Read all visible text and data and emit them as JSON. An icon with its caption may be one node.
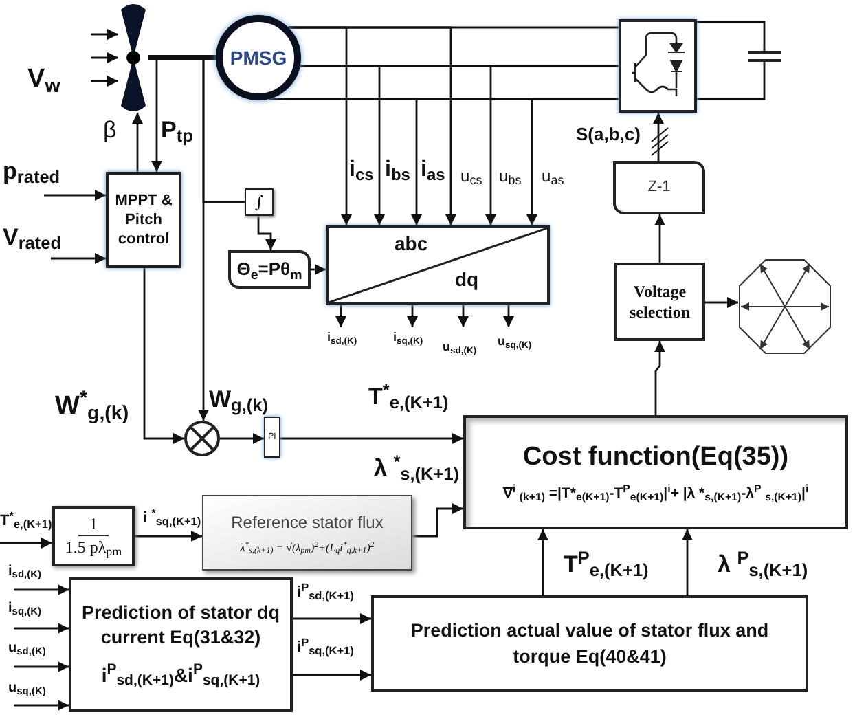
{
  "diagram": {
    "nodes": [
      {
        "text": [],
        "shape": "picture"
      },
      {
        "text": [
          "PMSG"
        ]
      },
      {
        "text": [],
        "shape": "picture"
      },
      {
        "text": [],
        "shape": "picture"
      },
      {
        "text": [
          "MPPT & Pitch control"
        ]
      },
      {
        "text": [
          "∫"
        ]
      },
      {
        "text": [
          "Θ$_{e}$=Pθ$_{m}$"
        ]
      },
      {
        "text": [
          "abc",
          "dq"
        ]
      },
      {
        "text": [
          "Z-1"
        ]
      },
      {
        "text": [
          "Voltage selection"
        ]
      },
      {
        "text": [],
        "shape": "octagon"
      },
      {
        "text": [],
        "shape": "circle"
      },
      {
        "text": [
          "PI"
        ]
      },
      {
        "text": [
          "Cost function(Eq(35))",
          "∇$^{i}$ $_{(k+1)}$ =|T*$_{e(K+1)}$-T$^{P}$$_{e(K+1)}$|$^{i}$+ |λ *$_{s,(K+1)}$-λ$^{P}$ $_{s,(K+1)}$|$^{i}$"
        ]
      },
      {
        "text": [
          "1",
          "1.5 pλ$_{pm}$"
        ]
      },
      {
        "text": [
          "Reference stator flux",
          "λ$^{*}$$_{s,(k+1)}$ = √(λ$_{pm}$)$^{2}$+(L$_{q}$i$^{*}$$_{q,k+1}$)$^{2}$"
        ]
      },
      {
        "text": [
          "Prediction of stator dq current  Eq(31&32)",
          "i$^{P}$$_{sd,(K+1)}$&i$^{P}$$_{sq,(K+1)}$"
        ]
      },
      {
        "text": [
          "Prediction actual value of  stator flux and torque Eq(40&41)"
        ]
      }
    ],
    "edges": [
      {
        "from": null,
        "to": 0,
        "arrow": "to"
      },
      {
        "from": null,
        "to": 0,
        "arrow": "to"
      },
      {
        "from": null,
        "to": 0,
        "arrow": "to"
      },
      {
        "from": 0,
        "to": 1,
        "arrow": "none",
        "style": "thick"
      },
      {
        "from": 4,
        "to": 0,
        "arrow": "to",
        "label": "β"
      },
      {
        "from": 0,
        "to": 4,
        "arrow": "to",
        "label": "P$_{tp}$"
      },
      {
        "from": null,
        "to": 4,
        "arrow": "to",
        "label": "p$_{rated}$"
      },
      {
        "from": null,
        "to": 4,
        "arrow": "to",
        "label": "V$_{rated}$"
      },
      {
        "from": 1,
        "to": 2,
        "arrow": "none"
      },
      {
        "from": 1,
        "to": 2,
        "arrow": "none"
      },
      {
        "from": 1,
        "to": 2,
        "arrow": "none"
      },
      {
        "from": 2,
        "to": 3,
        "arrow": "none"
      },
      {
        "from": 2,
        "to": 3,
        "arrow": "none"
      },
      {
        "from": 1,
        "to": 7,
        "arrow": "to",
        "label": "i$_{cs}$"
      },
      {
        "from": 1,
        "to": 7,
        "arrow": "to",
        "label": "i$_{bs}$"
      },
      {
        "from": 1,
        "to": 7,
        "arrow": "to",
        "label": "i$_{as}$"
      },
      {
        "from": 1,
        "to": 7,
        "arrow": "to",
        "label": "u$_{cs}$"
      },
      {
        "from": 1,
        "to": 7,
        "arrow": "to",
        "label": "u$_{bs}$"
      },
      {
        "from": 1,
        "to": 7,
        "arrow": "to",
        "label": "u$_{as}$"
      },
      {
        "from": 7,
        "to": null,
        "arrow": "to",
        "label": "i$_{sd,(K)}$"
      },
      {
        "from": 7,
        "to": null,
        "arrow": "to",
        "label": "i$_{sq,(K)}$"
      },
      {
        "from": 7,
        "to": null,
        "arrow": "to",
        "label": "u$_{sd,(K)}$"
      },
      {
        "from": 7,
        "to": null,
        "arrow": "to",
        "label": "u$_{sq,(K)}$"
      },
      {
        "from": 1,
        "to": 5,
        "arrow": "none"
      },
      {
        "from": 5,
        "to": 6,
        "arrow": "to"
      },
      {
        "from": 6,
        "to": 7,
        "arrow": "to"
      },
      {
        "from": 1,
        "to": 11,
        "arrow": "to",
        "label": "W$_{g,(k)}$"
      },
      {
        "from": 4,
        "to": 11,
        "arrow": "to",
        "label": "W$^{*}$$_{g,(k)}$"
      },
      {
        "from": 11,
        "to": 12,
        "arrow": "to"
      },
      {
        "from": 12,
        "to": 13,
        "arrow": "to",
        "label": "T$^{*}$$_{e,(K+1)}$"
      },
      {
        "from": 13,
        "to": 9,
        "arrow": "to"
      },
      {
        "from": 9,
        "to": 8,
        "arrow": "to"
      },
      {
        "from": 8,
        "to": 2,
        "arrow": "to",
        "label": "S(a,b,c)"
      },
      {
        "from": 9,
        "to": 10,
        "arrow": "to"
      },
      {
        "from": null,
        "to": 14,
        "arrow": "to",
        "label": "T$^{*}$$_{e,(K+1)}$"
      },
      {
        "from": 14,
        "to": 15,
        "arrow": "to",
        "label": "i $^{*}$$_{sq,(K+1)}$"
      },
      {
        "from": 15,
        "to": 13,
        "arrow": "to",
        "label": "λ $^{*}$$_{s,(K+1)}$"
      },
      {
        "from": null,
        "to": 16,
        "arrow": "to",
        "label": "i$_{sd,(K)}$"
      },
      {
        "from": null,
        "to": 16,
        "arrow": "to",
        "label": "i$_{sq,(K)}$"
      },
      {
        "from": null,
        "to": 16,
        "arrow": "to",
        "label": "u$_{sd,(K)}$"
      },
      {
        "from": null,
        "to": 16,
        "arrow": "to",
        "label": "u$_{sq,(K)}$"
      },
      {
        "from": 16,
        "to": 17,
        "arrow": "to",
        "label": "i$^{P}$$_{sd,(K+1)}$"
      },
      {
        "from": 16,
        "to": 17,
        "arrow": "to",
        "label": "i$^{P}$$_{sq,(K+1)}$"
      },
      {
        "from": 17,
        "to": 13,
        "arrow": "to",
        "label": "T$^{P}$$_{e,(K+1)}$"
      },
      {
        "from": 17,
        "to": 13,
        "arrow": "to",
        "label": "λ $^{P}$$_{s,(K+1)}$"
      }
    ],
    "labels": [
      "V$_{w}$"
    ]
  }
}
